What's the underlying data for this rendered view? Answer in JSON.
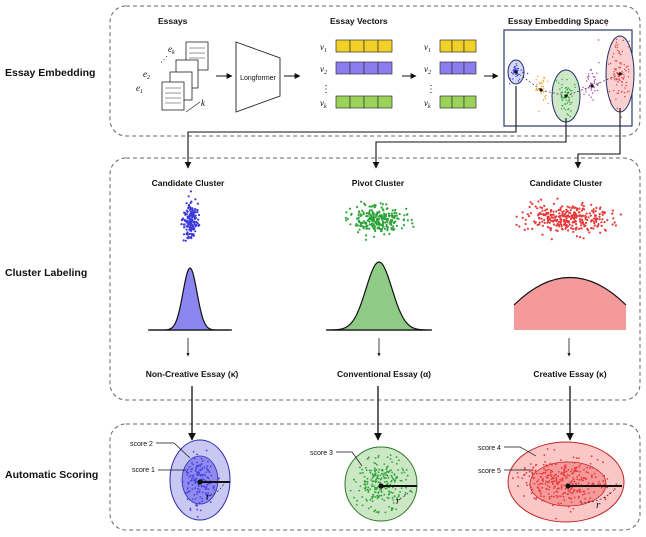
{
  "sections": {
    "embedding": "Essay Embedding",
    "labeling": "Cluster Labeling",
    "scoring": "Automatic Scoring"
  },
  "embedding": {
    "essays_title": "Essays",
    "vectors_title": "Essay Vectors",
    "space_title": "Essay Embedding Space",
    "model_label": "Longformer",
    "essay_k": "e",
    "essay_k_sub": "k",
    "essay_2": "e",
    "essay_2_sub": "2",
    "essay_1": "e",
    "essay_1_sub": "1",
    "k_label": "k",
    "v1": "v",
    "v1_sub": "1",
    "v2": "v",
    "v2_sub": "2",
    "vk": "v",
    "vk_sub": "k",
    "dots": "⋮"
  },
  "labeling": {
    "left_title": "Candidate Cluster",
    "mid_title": "Pivot Cluster",
    "right_title": "Candidate Cluster",
    "left_out": "Non-Creative Essay (κ̇)",
    "mid_out": "Conventional Essay (α)",
    "right_out": "Creative Essay (κ)"
  },
  "scoring": {
    "score1": "score 1",
    "score2": "score 2",
    "score3": "score 3",
    "score4": "score 4",
    "score5": "score 5",
    "r": "r"
  },
  "colors": {
    "blue": "#3b3bdc",
    "green": "#2ea43a",
    "red": "#e83a3a",
    "orange": "#f0a020",
    "purple": "#9b3cb0",
    "vec_yellow": "#f2d027",
    "vec_purple": "#8b7cf0",
    "vec_green": "#9bd35a"
  }
}
